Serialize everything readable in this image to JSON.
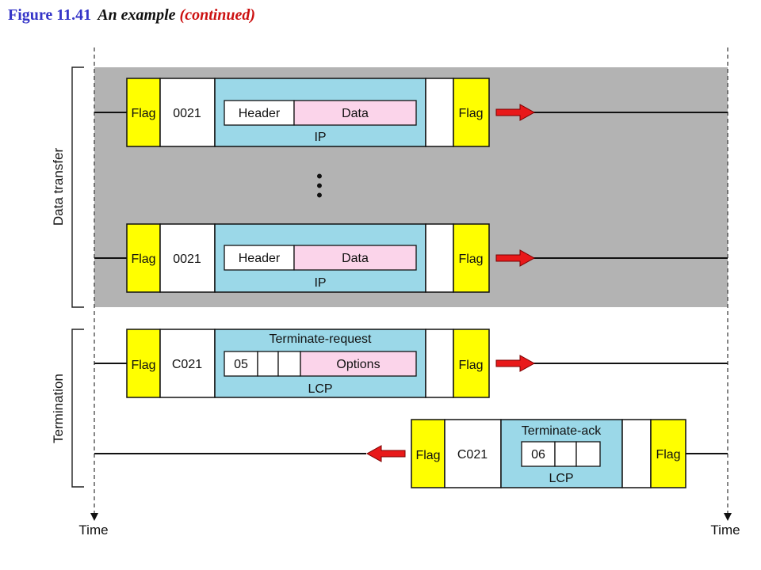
{
  "title": {
    "figure_number": "Figure 11.41",
    "caption": "An example",
    "continued": "(continued)"
  },
  "phases": {
    "data_transfer": "Data transfer",
    "termination": "Termination"
  },
  "time_labels": {
    "left": "Time",
    "right": "Time"
  },
  "colors": {
    "flag": "#ffff00",
    "payload": "#9bd8e8",
    "data_field": "#fbd4ea",
    "shade": "#b3b3b3",
    "arrow": "#e8191a"
  },
  "ellipsis": "•",
  "frames": [
    {
      "flag_left": "Flag",
      "protocol": "0021",
      "payload_label": "IP",
      "payload_title": "",
      "fields": [
        "Header",
        "Data"
      ],
      "flag_right": "Flag",
      "direction": "right"
    },
    {
      "flag_left": "Flag",
      "protocol": "0021",
      "payload_label": "IP",
      "payload_title": "",
      "fields": [
        "Header",
        "Data"
      ],
      "flag_right": "Flag",
      "direction": "right"
    },
    {
      "flag_left": "Flag",
      "protocol": "C021",
      "payload_label": "LCP",
      "payload_title": "Terminate-request",
      "fields": [
        "05",
        "",
        "",
        "Options"
      ],
      "flag_right": "Flag",
      "direction": "right"
    },
    {
      "flag_left": "Flag",
      "protocol": "C021",
      "payload_label": "LCP",
      "payload_title": "Terminate-ack",
      "fields": [
        "06",
        "",
        ""
      ],
      "flag_right": "Flag",
      "direction": "left"
    }
  ]
}
